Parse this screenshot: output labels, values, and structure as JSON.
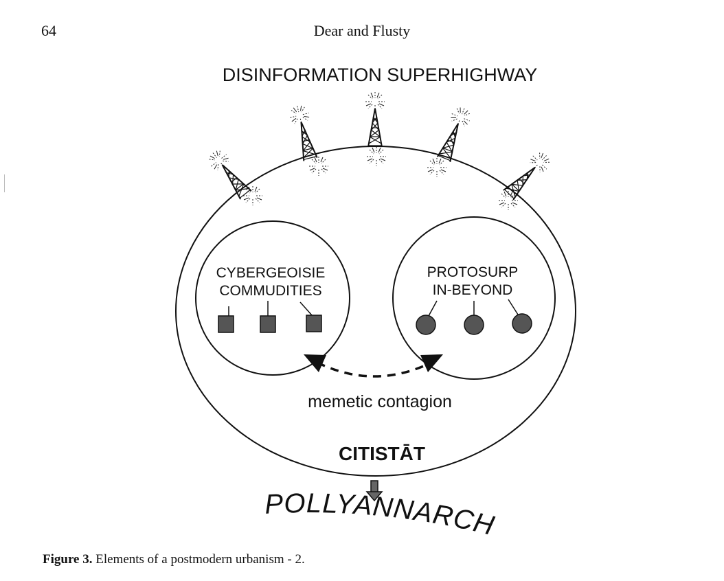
{
  "header": {
    "page_number": "64",
    "running_head": "Dear and Flusty"
  },
  "diagram": {
    "title": "DISINFORMATION SUPERHIGHWAY",
    "left_circle": {
      "line1": "CYBERGEOISIE",
      "line2": "COMMUDITIES"
    },
    "right_circle": {
      "line1": "PROTOSURP",
      "line2": "IN-BEYOND"
    },
    "arrow_label": "memetic contagion",
    "outer_label": "CITISTĀT",
    "output_label": "POLLYANNARCHY"
  },
  "caption": {
    "label": "Figure 3.",
    "text": "Elements of a postmodern urbanism - 2."
  },
  "colors": {
    "ink": "#111111",
    "node_fill": "#555555"
  }
}
